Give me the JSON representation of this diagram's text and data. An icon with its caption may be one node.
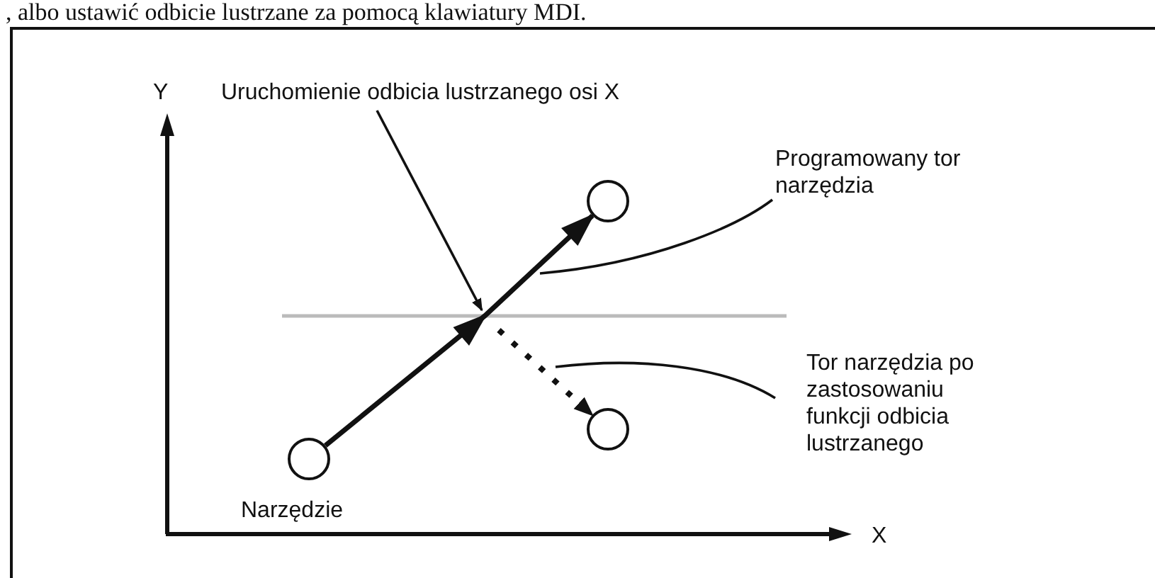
{
  "diagram": {
    "nodes": [
      {
        "text": [],
        "shape": "circle",
        "beside": [
          "Narzędzie"
        ]
      },
      {
        "text": [],
        "shape": "circle"
      },
      {
        "text": [],
        "shape": "circle"
      },
      {
        "text": [
          "Uruchomienie odbicia lustrzanego osi X"
        ]
      },
      {
        "text": [
          "Programowany tor narzędzia"
        ]
      },
      {
        "text": [
          "Tor narzędzia po zastosowaniu funkcji odbicia lustrzanego"
        ]
      }
    ],
    "edges": [
      {
        "from": 0,
        "to": 1,
        "arrow": "to",
        "style": "thick"
      },
      {
        "from": null,
        "to": 2,
        "arrow": "to",
        "style": "dashed"
      },
      {
        "from": 3,
        "to": null,
        "arrow": "to"
      },
      {
        "from": 4,
        "to": null,
        "arrow": "none"
      },
      {
        "from": 5,
        "to": null,
        "arrow": "none"
      }
    ],
    "labels": [
      ", albo ustawić odbicie lustrzane za pomocą klawiatury MDI.",
      "Y",
      "X"
    ]
  }
}
